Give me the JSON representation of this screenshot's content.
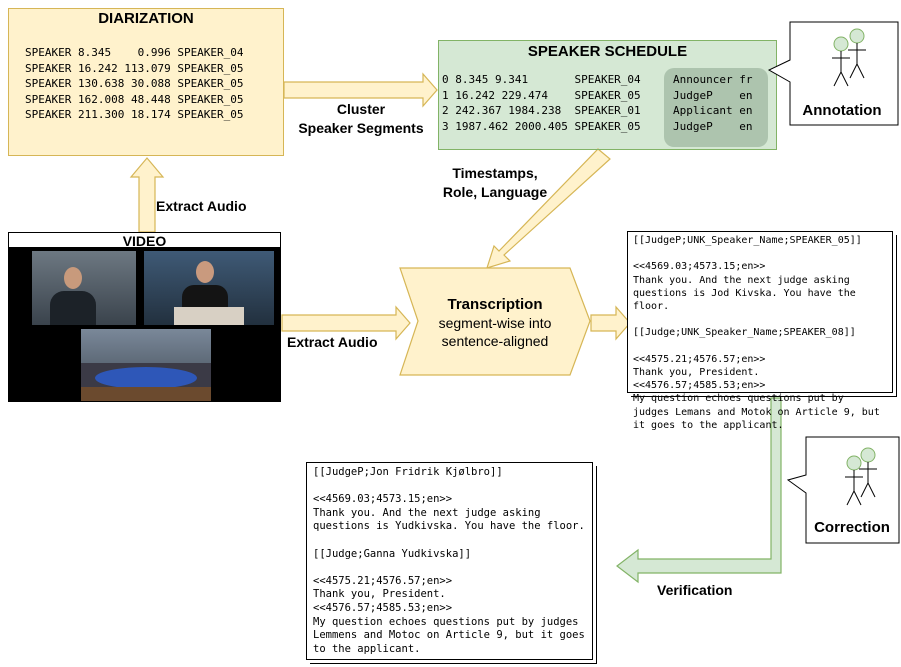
{
  "diarization": {
    "title": "DIARIZATION",
    "rows": [
      "SPEAKER 8.345    0.996 SPEAKER_04",
      "SPEAKER 16.242 113.079 SPEAKER_05",
      "SPEAKER 130.638 30.088 SPEAKER_05",
      "SPEAKER 162.008 48.448 SPEAKER_05",
      "SPEAKER 211.300 18.174 SPEAKER_05"
    ]
  },
  "schedule": {
    "title": "SPEAKER SCHEDULE",
    "rows": [
      {
        "left": "0 8.345 9.341       SPEAKER_04",
        "right": "Announcer fr"
      },
      {
        "left": "1 16.242 229.474    SPEAKER_05",
        "right": "JudgeP    en"
      },
      {
        "left": "2 242.367 1984.238  SPEAKER_01",
        "right": "Applicant en"
      },
      {
        "left": "3 1987.462 2000.405 SPEAKER_05",
        "right": "JudgeP    en"
      }
    ]
  },
  "labels": {
    "cluster_line1": "Cluster",
    "cluster_line2": "Speaker Segments",
    "extract_audio_up": "Extract Audio",
    "extract_audio_right": "Extract Audio",
    "timestamps_line1": "Timestamps,",
    "timestamps_line2": "Role, Language",
    "annotation": "Annotation",
    "correction": "Correction",
    "verification": "Verification"
  },
  "video": {
    "title": "VIDEO"
  },
  "transcription": {
    "title": "Transcription",
    "line2": "segment-wise into",
    "line3": "sentence-aligned"
  },
  "raw_transcript": {
    "lines": [
      "[[JudgeP;UNK_Speaker_Name;SPEAKER_05]]",
      "",
      "<<4569.03;4573.15;en>>",
      "Thank you. And the next judge asking",
      "questions is Jod Kivska. You have the",
      "floor.",
      "",
      "[[Judge;UNK_Speaker_Name;SPEAKER_08]]",
      "",
      "<<4575.21;4576.57;en>>",
      "Thank you, President.",
      "<<4576.57;4585.53;en>>",
      "My question echoes questions put by",
      "judges Lemans and Motok on Article 9, but",
      "it goes to the applicant."
    ]
  },
  "verified_transcript": {
    "lines": [
      "[[JudgeP;Jon Fridrik Kjølbro]]",
      "",
      "<<4569.03;4573.15;en>>",
      "Thank you. And the next judge asking",
      "questions is Yudkivska. You have the floor.",
      "",
      "[[Judge;Ganna Yudkivska]]",
      "",
      "<<4575.21;4576.57;en>>",
      "Thank you, President.",
      "<<4576.57;4585.53;en>>",
      "My question echoes questions put by judges",
      "Lemmens and Motoc on Article 9, but it goes",
      "to the applicant."
    ]
  },
  "colors": {
    "diarization_fill": "#fff2cc",
    "diarization_stroke": "#d6b656",
    "schedule_fill": "#d5e8d4",
    "schedule_stroke": "#82b366",
    "arrow_fill": "#fff2cc",
    "arrow_stroke": "#d6b656",
    "green_arrow_fill": "#d5e8d4",
    "green_arrow_stroke": "#82b366"
  }
}
